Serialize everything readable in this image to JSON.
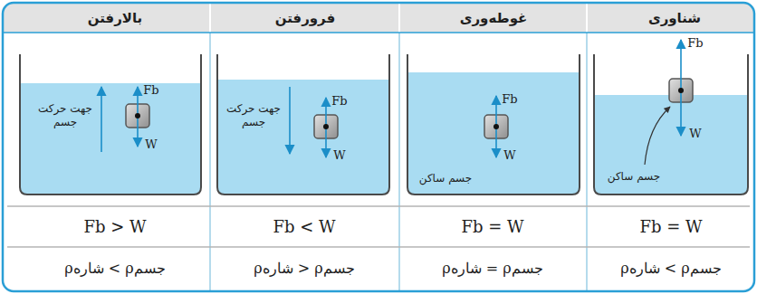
{
  "diagram": {
    "labels": [
      "شناوری",
      "غوطه‌وری",
      "فرورفتن",
      "بالارفتن",
      "Fb",
      "W",
      "جسم ساکن",
      "Fb",
      "W",
      "جسم ساکن",
      "Fb",
      "W",
      "جهت حرکت جسم",
      "Fb",
      "W",
      "جهت حرکت جسم",
      "Fb = W",
      "Fb = W",
      "Fb < W",
      "Fb > W",
      "ρشاره < ρجسم",
      "ρشاره = ρجسم",
      "ρشاره > ρجسم",
      "ρشاره < ρجسم"
    ]
  }
}
